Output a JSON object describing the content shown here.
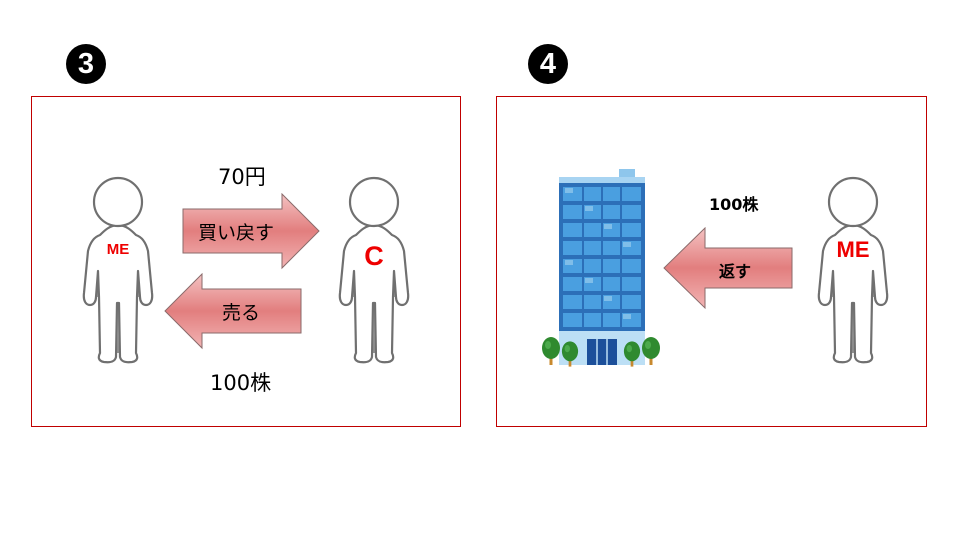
{
  "steps": {
    "three": {
      "number": "3",
      "top_label": "70円",
      "arrow_right_label": "買い戻す",
      "arrow_left_label": "売る",
      "bottom_label": "100株",
      "person_left_label": "ME",
      "person_right_label": "C"
    },
    "four": {
      "number": "4",
      "top_label": "100株",
      "arrow_left_label": "返す",
      "person_label": "ME"
    }
  },
  "colors": {
    "panel_border": "#c00000",
    "arrow_fill": "#e88a8a",
    "shirt_text": "#ee0000",
    "building_glass": "#3a8ed8"
  },
  "icons": [
    "person-outline-icon",
    "office-building-icon",
    "tree-icon"
  ]
}
